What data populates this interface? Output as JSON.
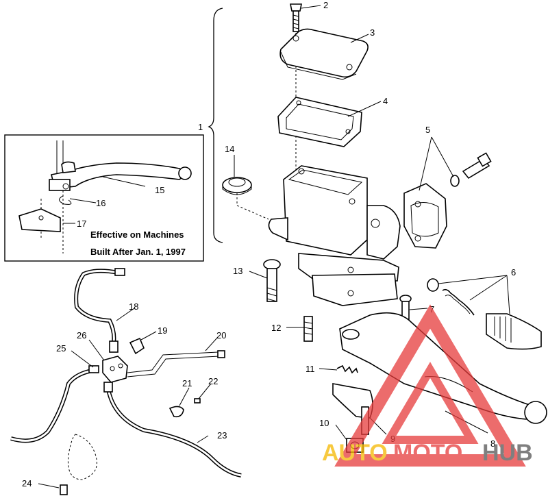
{
  "callouts": {
    "c1": "1",
    "c2": "2",
    "c3": "3",
    "c4": "4",
    "c5": "5",
    "c6": "6",
    "c7": "7",
    "c8": "8",
    "c9": "9",
    "c10": "10",
    "c11": "11",
    "c12": "12",
    "c13": "13",
    "c14": "14",
    "c15": "15",
    "c16": "16",
    "c17": "17",
    "c18": "18",
    "c19": "19",
    "c20": "20",
    "c21": "21",
    "c22": "22",
    "c23": "23",
    "c24": "24",
    "c25": "25",
    "c26": "26"
  },
  "inset": {
    "line1": "Effective on Machines",
    "line2": "Built After Jan. 1, 1997"
  },
  "watermark": {
    "part1": "AUTO",
    "part2": "MOTO",
    "part3": "HUB",
    "colors": {
      "auto": "#f5b800",
      "moto": "#e63b3b",
      "hub": "#555555",
      "triangle": "#e63b3b"
    }
  }
}
